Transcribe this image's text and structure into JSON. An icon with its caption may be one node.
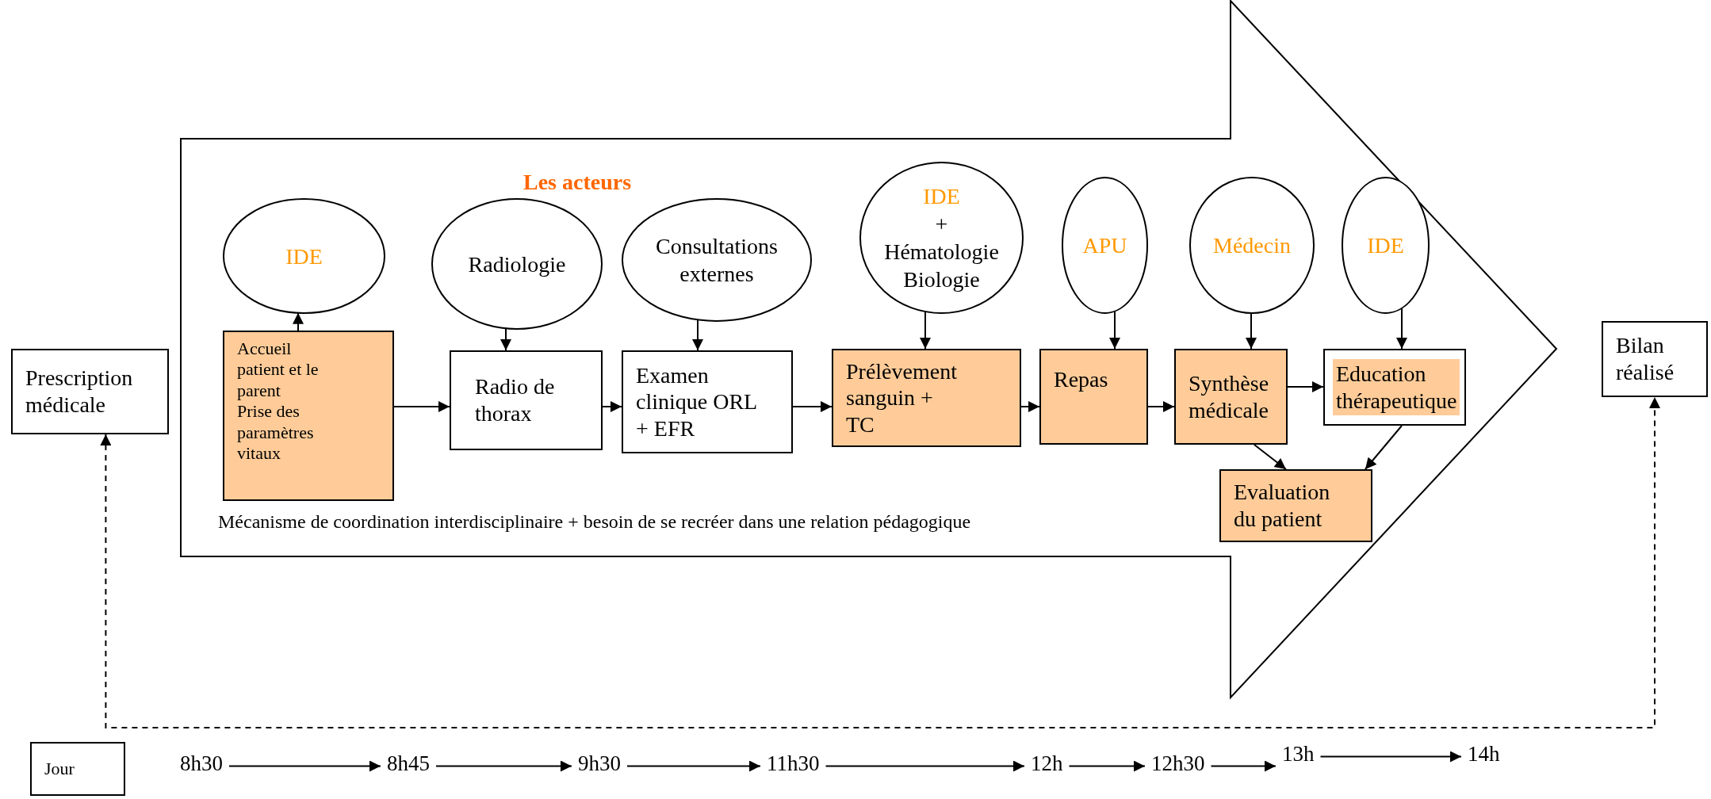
{
  "diagram": {
    "nodes": [
      {
        "text": [
          "Prescription médicale"
        ]
      },
      {
        "text": [
          "Les acteurs",
          "Mécanisme de coordination interdisciplinaire + besoin de se recréer dans une relation pédagogique"
        ]
      },
      {
        "text": [
          "IDE"
        ],
        "in": 1
      },
      {
        "text": [
          "Accueil patient et le parent",
          "Prise des paramètres vitaux"
        ],
        "in": 1
      },
      {
        "text": [
          "Radiologie"
        ],
        "in": 1
      },
      {
        "text": [
          "Radio de thorax"
        ],
        "in": 1
      },
      {
        "text": [
          "Consultations externes"
        ],
        "in": 1
      },
      {
        "text": [
          "Examen clinique ORL + EFR"
        ],
        "in": 1
      },
      {
        "text": [
          "IDE",
          "+ Hématologie Biologie"
        ],
        "in": 1
      },
      {
        "text": [
          "Prélèvement sanguin + TC"
        ],
        "in": 1
      },
      {
        "text": [
          "APU"
        ],
        "in": 1
      },
      {
        "text": [
          "Repas"
        ],
        "in": 1
      },
      {
        "text": [
          "Médecin"
        ],
        "in": 1
      },
      {
        "text": [
          "Synthèse médicale"
        ],
        "in": 1
      },
      {
        "text": [
          "IDE"
        ],
        "in": 1
      },
      {
        "text": [
          "Education thérapeutique"
        ],
        "in": 1
      },
      {
        "text": [
          "Evaluation du patient"
        ],
        "in": 1
      },
      {
        "text": [
          "Bilan réalisé"
        ]
      },
      {
        "text": [
          "Jour"
        ]
      },
      {
        "text": [
          "8h30"
        ]
      },
      {
        "text": [
          "8h45"
        ]
      },
      {
        "text": [
          "9h30"
        ]
      },
      {
        "text": [
          "11h30"
        ]
      },
      {
        "text": [
          "12h"
        ]
      },
      {
        "text": [
          "12h30"
        ]
      },
      {
        "text": [
          "13h"
        ]
      },
      {
        "text": [
          "14h"
        ]
      }
    ],
    "edges": [
      {
        "from": 3,
        "to": 2,
        "arrow": "to"
      },
      {
        "from": 3,
        "to": 5,
        "arrow": "to"
      },
      {
        "from": 4,
        "to": 5,
        "arrow": "to"
      },
      {
        "from": 5,
        "to": 7,
        "arrow": "to"
      },
      {
        "from": 6,
        "to": 7,
        "arrow": "to"
      },
      {
        "from": 7,
        "to": 9,
        "arrow": "to"
      },
      {
        "from": 8,
        "to": 9,
        "arrow": "to"
      },
      {
        "from": 9,
        "to": 11,
        "arrow": "to"
      },
      {
        "from": 10,
        "to": 11,
        "arrow": "to"
      },
      {
        "from": 11,
        "to": 13,
        "arrow": "to"
      },
      {
        "from": 12,
        "to": 13,
        "arrow": "to"
      },
      {
        "from": 13,
        "to": 15,
        "arrow": "to"
      },
      {
        "from": 14,
        "to": 15,
        "arrow": "to"
      },
      {
        "from": 13,
        "to": 16,
        "arrow": "to"
      },
      {
        "from": 15,
        "to": 16,
        "arrow": "to"
      },
      {
        "from": 0,
        "to": 17,
        "arrow": "both",
        "style": "dashed"
      },
      {
        "from": 19,
        "to": 20,
        "arrow": "to"
      },
      {
        "from": 20,
        "to": 21,
        "arrow": "to"
      },
      {
        "from": 21,
        "to": 22,
        "arrow": "to"
      },
      {
        "from": 22,
        "to": 23,
        "arrow": "to"
      },
      {
        "from": 23,
        "to": 24,
        "arrow": "to"
      },
      {
        "from": 24,
        "to": 25,
        "arrow": "to"
      },
      {
        "from": 25,
        "to": 26,
        "arrow": "to"
      }
    ]
  }
}
